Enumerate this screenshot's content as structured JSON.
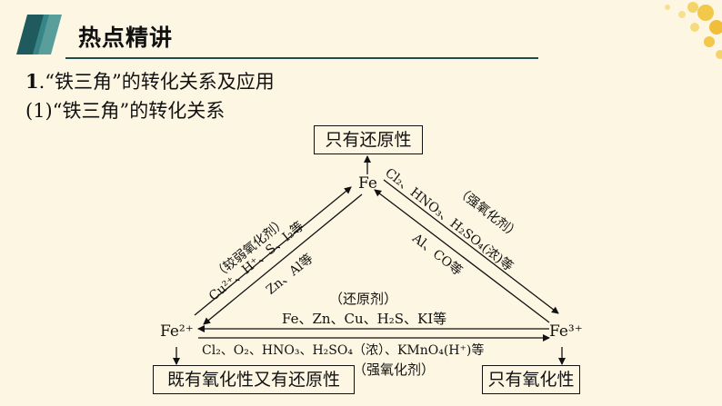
{
  "header": {
    "title": "热点精讲"
  },
  "section": {
    "number": "1",
    "title": ".“铁三角”的转化关系及应用"
  },
  "subsection": {
    "title": "(1)“铁三角”的转化关系"
  },
  "diagram": {
    "nodes": {
      "fe": "Fe",
      "fe2": "Fe²⁺",
      "fe3": "Fe³⁺"
    },
    "boxes": {
      "top": "只有还原性",
      "left": "既有氧化性又有还原性",
      "right": "只有氧化性"
    },
    "left_edge": {
      "upper_paren": "（较弱氧化剂）",
      "upper_agents": "Cu²⁺、H⁺、S、I₂等",
      "lower_agents": "Zn、Al等"
    },
    "right_edge": {
      "upper_agents": "Cl₂、HNO₃、H₂SO₄(浓)等",
      "upper_paren": "（强氧化剂）",
      "lower_agents": "Al、CO等"
    },
    "bottom_edge": {
      "upper_paren": "（还原剂）",
      "upper_agents": "Fe、Zn、Cu、H₂S、KI等",
      "lower_agents": "Cl₂、O₂、HNO₃、H₂SO₄（浓）、KMnO₄(H⁺)等",
      "lower_paren": "（强氧化剂）"
    }
  }
}
